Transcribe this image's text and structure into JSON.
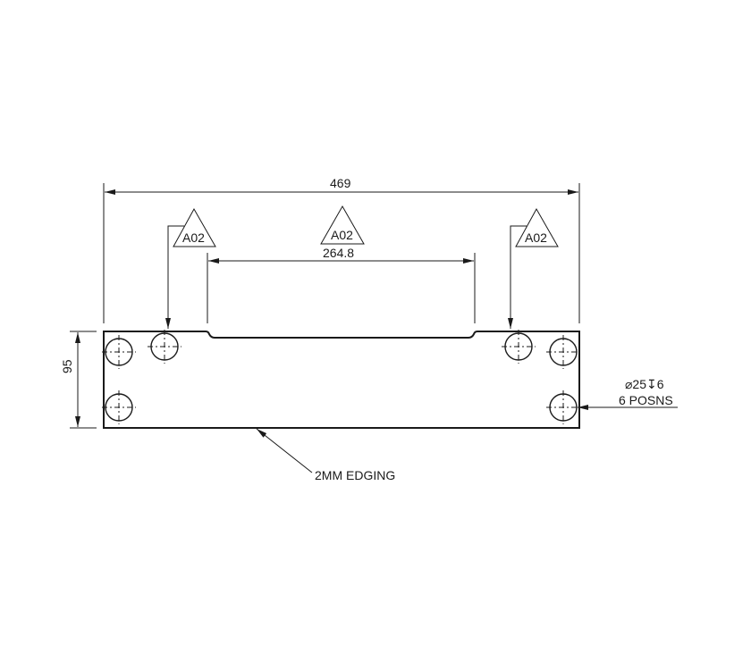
{
  "drawing": {
    "type": "technical-drawing",
    "dimensions": {
      "overall_width": "469",
      "recess_width": "264.8",
      "height": "95"
    },
    "revision_tags": [
      {
        "label": "A02",
        "position": "left"
      },
      {
        "label": "A02",
        "position": "center"
      },
      {
        "label": "A02",
        "position": "right"
      }
    ],
    "hole_callout": {
      "line1": "⌀25↧6",
      "diameter_symbol": "⌀",
      "diameter": "25",
      "depth_symbol": "↧",
      "depth": "6",
      "line2": "6 POSNS"
    },
    "edge_note": "2MM EDGING",
    "holes_count": 6,
    "line_color": "#1a1a1a"
  }
}
